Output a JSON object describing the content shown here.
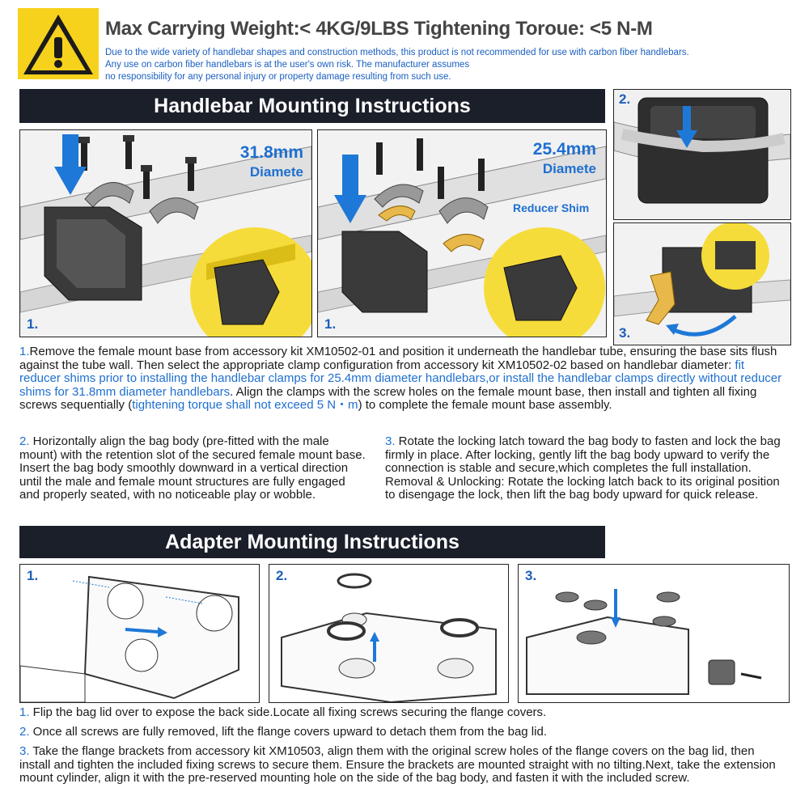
{
  "header": {
    "title": "Max Carrying Weight:< 4KG/9LBS Tightening Toroue: <5 N-M",
    "disclaimer": [
      "Due to the wide variety of handlebar shapes and construction methods, this product is not recommended for use with carbon fiber handlebars.",
      "Any use on carbon fiber handlebars is at the user's own risk. The manufacturer assumes",
      "no responsibility for any personal injury or property damage resulting from such use."
    ]
  },
  "handlebar": {
    "heading": "Handlebar Mounting Instructions",
    "panel1": {
      "num": "1.",
      "diameter": "31.8mm",
      "diameter_label": "Diamete"
    },
    "panel2": {
      "num": "1.",
      "diameter": "25.4mm",
      "diameter_label": "Diamete",
      "shim_label": "Reducer Shim"
    },
    "panel3": {
      "num": "2."
    },
    "panel4": {
      "num": "3."
    },
    "step1": {
      "a": "1.",
      "b": "Remove the female mount base from accessory kit XM10502-01 and position it underneath the handlebar tube, ensuring the base sits flush against the tube wall. Then select the appropriate clamp configuration from accessory kit XM10502-02 based on handlebar diameter: ",
      "c": "fit reducer shims prior to installing the handlebar clamps for 25.4mm diameter handlebars,or install the handlebar clamps directly without reducer shims for 31.8mm diameter handlebars",
      "d": ". Align the clamps with the screw holes on the female mount base, then install and tighten all fixing screws sequentially (",
      "e": "tightening torque shall not exceed 5 N・m",
      "f": ") to complete the female mount base assembly."
    },
    "step2": {
      "num": "2.",
      "text": " Horizontally align the bag body  (pre-fitted with the male mount) with the retention slot of the secured female mount base. Insert the bag body smoothly downward in a vertical direction until the male and female mount structures are fully engaged and properly seated, with no noticeable play or wobble."
    },
    "step3": {
      "num": "3.",
      "text": " Rotate the locking latch toward the bag body to fasten and lock the bag firmly in place. After locking, gently lift the bag body upward to verify the connection is stable and secure,which completes the full installation. Removal & Unlocking: Rotate the locking latch back to its original position to disengage the lock, then lift the bag body upward for quick release."
    }
  },
  "adapter": {
    "heading": "Adapter Mounting Instructions",
    "panels": [
      "1.",
      "2.",
      "3."
    ],
    "steps": [
      {
        "num": "1.",
        "text": " Flip the bag lid over to expose the back side.Locate all fixing screws securing the flange covers."
      },
      {
        "num": "2.",
        "text": " Once all screws are fully removed, lift the flange covers upward to detach them from the bag lid."
      },
      {
        "num": "3.",
        "text": " Take the flange brackets from accessory kit XM10503, align them with the original screw holes of the flange covers on the bag lid, then install and tighten the included fixing screws to secure them. Ensure the brackets are mounted straight with no tilting.Next, take the extension mount cylinder, align it with the pre-reserved mounting hole on the side of the bag body, and fasten it with the included screw."
      }
    ]
  },
  "colors": {
    "accent_blue": "#1e6fd0",
    "warning_yellow": "#f6d21c",
    "bar_dark": "#1b1f2a",
    "shim_yellow": "#e8b84a"
  }
}
